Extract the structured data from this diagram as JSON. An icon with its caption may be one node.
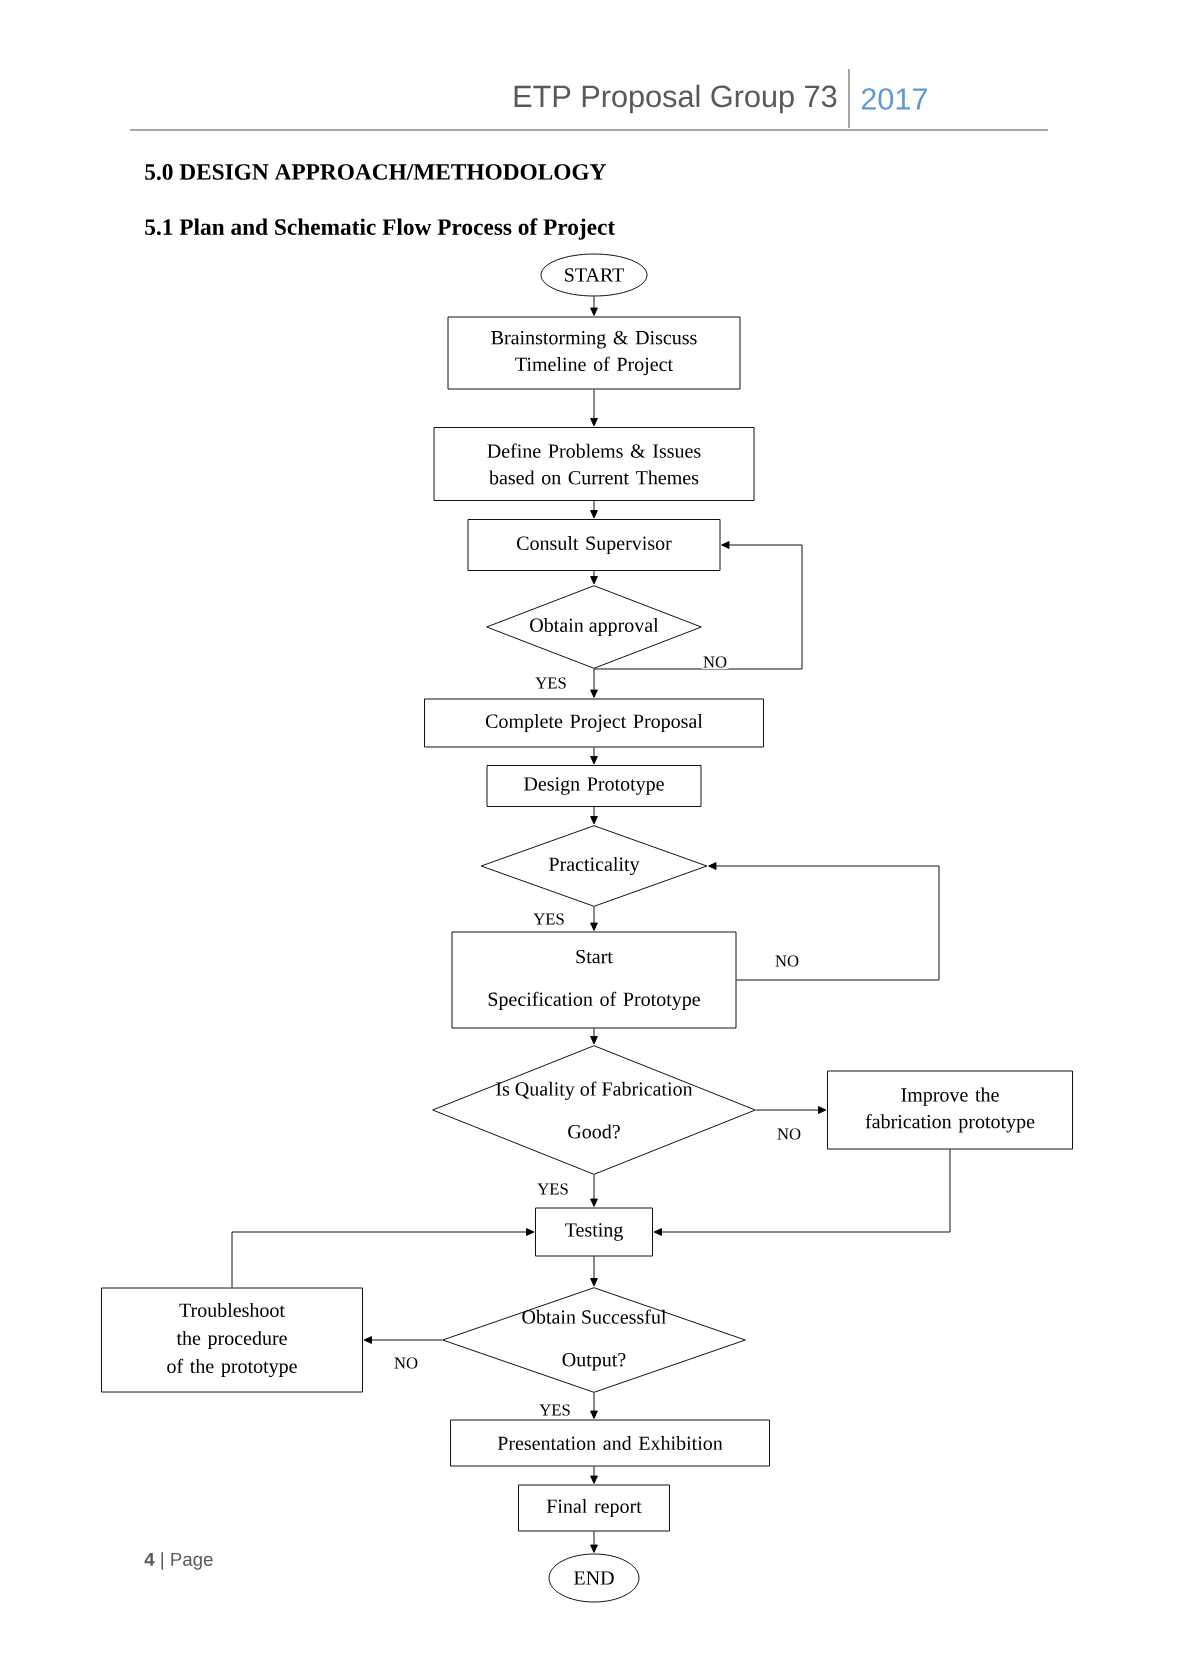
{
  "diagram": {
    "title": "5.1 Plan and Schematic Flow Process of Project",
    "nodes": [
      {
        "text": [
          "START"
        ]
      },
      {
        "text": [
          "Brainstorming & Discuss Timeline of Project"
        ]
      },
      {
        "text": [
          "Define Problems & Issues based on Current Themes"
        ]
      },
      {
        "text": [
          "Consult Supervisor"
        ]
      },
      {
        "text": [
          "Obtain approval"
        ]
      },
      {
        "text": [
          "Complete Project Proposal"
        ]
      },
      {
        "text": [
          "Design Prototype"
        ]
      },
      {
        "text": [
          "Practicality"
        ]
      },
      {
        "text": [
          "Start",
          "Specification of Prototype"
        ]
      },
      {
        "text": [
          "Is Quality of Fabrication Good?"
        ]
      },
      {
        "text": [
          "Improve the fabrication prototype"
        ]
      },
      {
        "text": [
          "Testing"
        ]
      },
      {
        "text": [
          "Obtain Successful Output?"
        ]
      },
      {
        "text": [
          "Troubleshoot the procedure of the prototype"
        ]
      },
      {
        "text": [
          "Presentation and Exhibition"
        ]
      },
      {
        "text": [
          "Final report"
        ]
      },
      {
        "text": [
          "END"
        ]
      }
    ],
    "edges": [
      {
        "from": 0,
        "to": 1,
        "arrow": "to"
      },
      {
        "from": 1,
        "to": 2,
        "arrow": "to"
      },
      {
        "from": 2,
        "to": 3,
        "arrow": "to"
      },
      {
        "from": 3,
        "to": 4,
        "arrow": "to"
      },
      {
        "from": 4,
        "to": 5,
        "arrow": "to",
        "label": "YES"
      },
      {
        "from": 4,
        "to": 3,
        "arrow": "to",
        "label": "NO"
      },
      {
        "from": 5,
        "to": 6,
        "arrow": "to"
      },
      {
        "from": 6,
        "to": 7,
        "arrow": "to"
      },
      {
        "from": 7,
        "to": 8,
        "arrow": "to",
        "label": "YES"
      },
      {
        "from": 8,
        "to": 7,
        "arrow": "to",
        "label": "NO"
      },
      {
        "from": 8,
        "to": 9,
        "arrow": "to"
      },
      {
        "from": 9,
        "to": 10,
        "arrow": "to",
        "label": "NO"
      },
      {
        "from": 9,
        "to": 11,
        "arrow": "to",
        "label": "YES"
      },
      {
        "from": 10,
        "to": 11,
        "arrow": "to"
      },
      {
        "from": 11,
        "to": 12,
        "arrow": "to"
      },
      {
        "from": 12,
        "to": 13,
        "arrow": "to",
        "label": "NO"
      },
      {
        "from": 13,
        "to": 11,
        "arrow": "to"
      },
      {
        "from": 12,
        "to": 14,
        "arrow": "to",
        "label": "YES"
      },
      {
        "from": 14,
        "to": 15,
        "arrow": "to"
      },
      {
        "from": 15,
        "to": 16,
        "arrow": "to"
      }
    ],
    "labels": [
      "ETP Proposal Group 73",
      "2017",
      "5.0 DESIGN APPROACH/METHODOLOGY",
      "**4** | Page"
    ]
  }
}
